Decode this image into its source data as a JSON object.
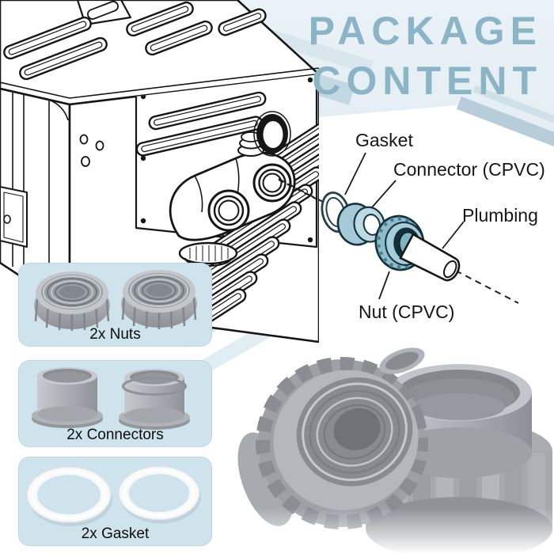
{
  "title": {
    "line1": "PACKAGE",
    "line2": "CONTENT"
  },
  "exploded_diagram": {
    "labels": {
      "gasket": "Gasket",
      "connector": "Connector (CPVC)",
      "plumbing": "Plumbing",
      "nut": "Nut (CPVC)"
    }
  },
  "package_items": [
    {
      "id": "nuts",
      "label": "2x Nuts"
    },
    {
      "id": "connectors",
      "label": "2x Connectors"
    },
    {
      "id": "gaskets",
      "label": "2x Gasket"
    }
  ],
  "colors": {
    "title_text": "#8cb4c7",
    "item_box_background": "#cfe3ec",
    "diagonal_stripe": "#b7cdd9",
    "diagram_part_blue": "#a5c9d7",
    "diagram_nut_blue": "#95bfcf",
    "line_art_stroke": "#161616",
    "fitting_gray": "#a9adb2"
  },
  "images": {
    "heater_drawing": "heater-line-drawing",
    "exploded_assembly": "exploded-assembly-diagram",
    "unions_photo": "union-fittings-photo"
  }
}
